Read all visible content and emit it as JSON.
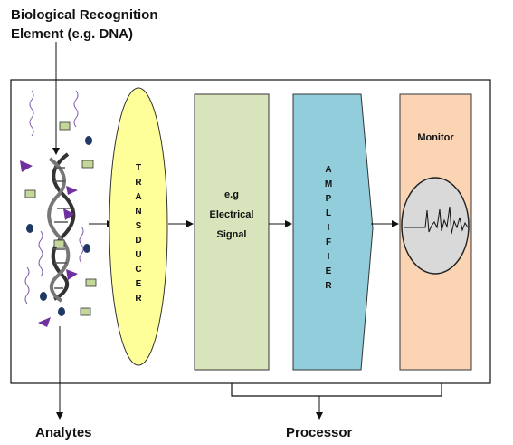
{
  "labels": {
    "bio_line1": "Biological Recognition",
    "bio_line2": "Element (e.g. DNA)",
    "analytes": "Analytes",
    "processor": "Processor"
  },
  "blocks": {
    "transducer": "TRANSDUCER",
    "signal_line1": "e.g",
    "signal_line2": "Electrical",
    "signal_line3": "Signal",
    "amplifier": "AMPLIFIER",
    "monitor": "Monitor"
  },
  "colors": {
    "transducer_fill": "#ffff99",
    "signal_fill": "#d8e4bc",
    "amplifier_fill": "#92cddc",
    "monitor_fill": "#fbd4b4",
    "screen_fill": "#d9d9d9",
    "analyte_purple": "#7030a0",
    "analyte_navy": "#1f3864",
    "analyte_green": "#c4d79b"
  }
}
